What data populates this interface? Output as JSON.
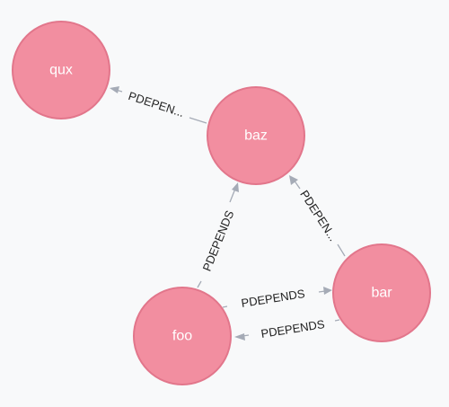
{
  "colors": {
    "background": "#f8f9fa",
    "node_fill": "#f28ea0",
    "node_stroke": "#e2768b",
    "node_text": "#ffffff",
    "edge": "#a5abb6",
    "edge_text": "#222222"
  },
  "nodes": [
    {
      "id": "qux",
      "label": "qux"
    },
    {
      "id": "baz",
      "label": "baz"
    },
    {
      "id": "bar",
      "label": "bar"
    },
    {
      "id": "foo",
      "label": "foo"
    }
  ],
  "edges": [
    {
      "id": "baz-qux",
      "from": "baz",
      "to": "qux",
      "label": "PDEPEN..."
    },
    {
      "id": "bar-baz",
      "from": "bar",
      "to": "baz",
      "label": "PDEPEN..."
    },
    {
      "id": "foo-baz",
      "from": "foo",
      "to": "baz",
      "label": "PDEPENDS"
    },
    {
      "id": "foo-bar",
      "from": "foo",
      "to": "bar",
      "label": "PDEPENDS"
    },
    {
      "id": "bar-foo",
      "from": "bar",
      "to": "foo",
      "label": "PDEPENDS"
    }
  ]
}
